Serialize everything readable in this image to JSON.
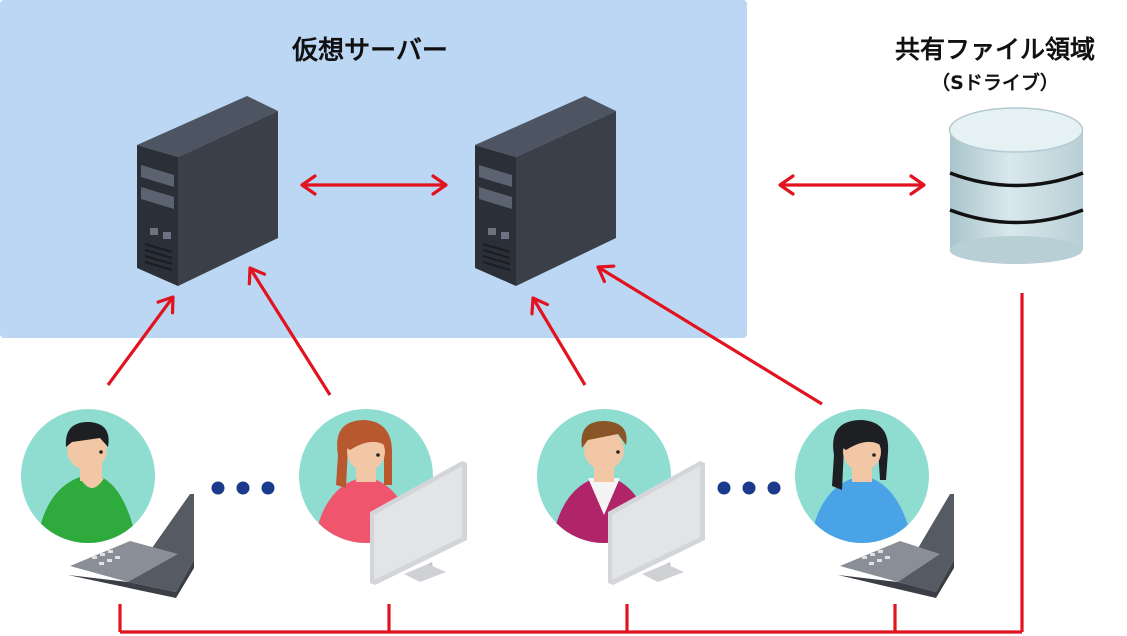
{
  "virtual_server": {
    "title": "仮想サーバー"
  },
  "shared_storage": {
    "title": "共有ファイル領域",
    "subtitle": "（Sドライブ）"
  },
  "colors": {
    "panel": "#bcd7f3",
    "arrow": "#e0131f",
    "server_front": "#2b2f37",
    "server_side": "#3a3f48",
    "server_top": "#4e5562",
    "avatar_bg": "#8fdcd0",
    "ellipsis": "#1c3a8c",
    "database": "#c9dde2"
  },
  "icons": {
    "servers": [
      "server-icon",
      "server-icon"
    ],
    "database": "database-icon",
    "users": [
      "user-laptop-icon",
      "user-desktop-icon",
      "user-desktop-icon",
      "user-laptop-icon"
    ]
  }
}
